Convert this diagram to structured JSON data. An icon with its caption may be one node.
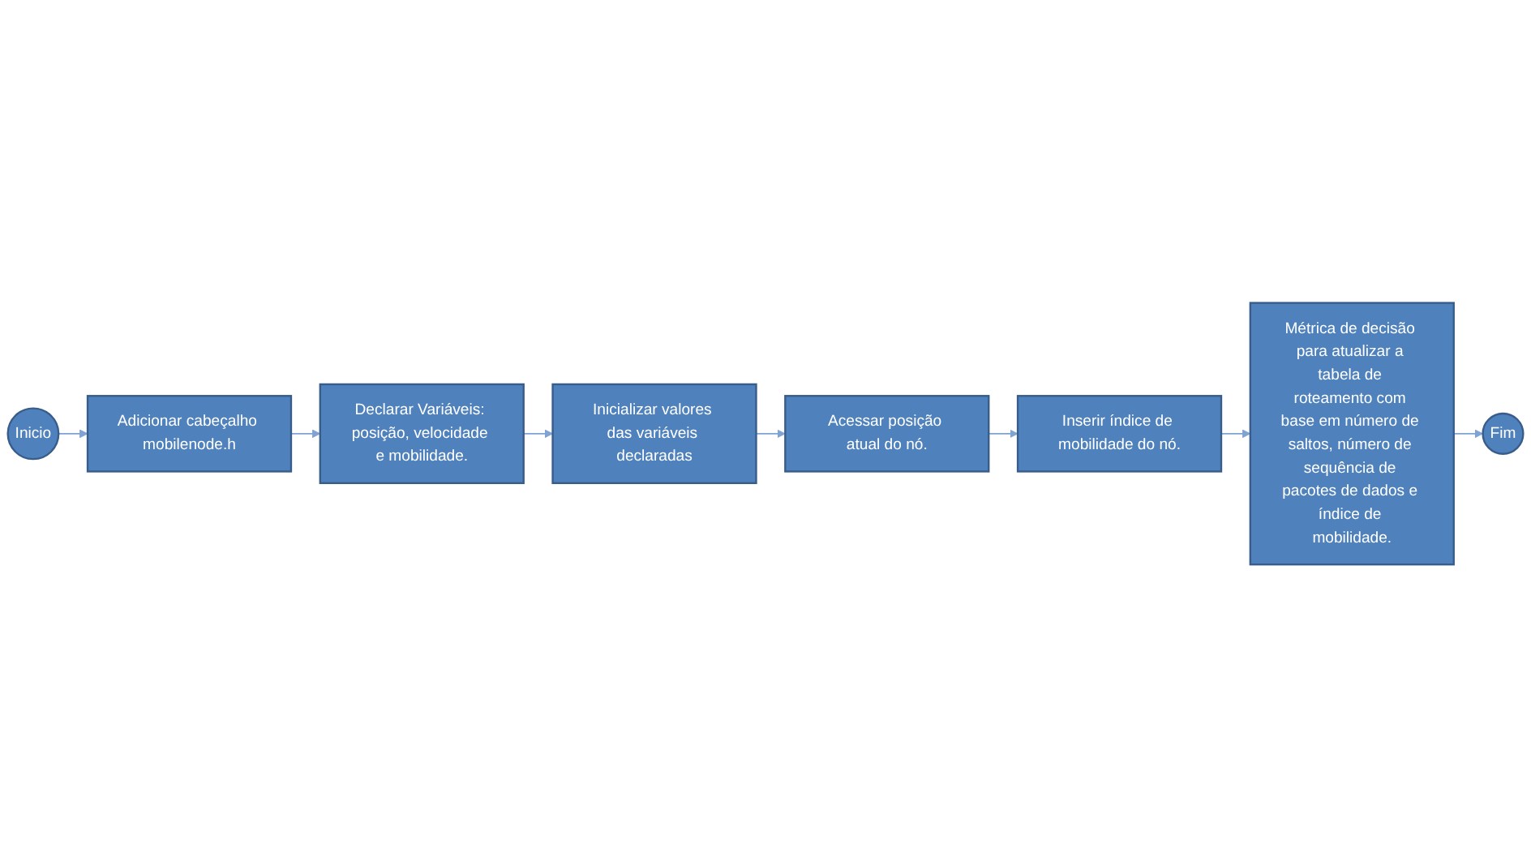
{
  "diagram": {
    "nodes": [
      {
        "text": [
          "Inicio"
        ]
      },
      {
        "text": [
          "Adicionar cabeçalho mobilenode.h"
        ]
      },
      {
        "text": [
          "Declarar Variáveis: posição, velocidade e mobilidade."
        ]
      },
      {
        "text": [
          "Inicializar valores das variáveis declaradas"
        ]
      },
      {
        "text": [
          "Acessar posição atual do nó."
        ]
      },
      {
        "text": [
          "Inserir índice de mobilidade do nó."
        ]
      },
      {
        "text": [
          "Métrica de decisão para atualizar a tabela de roteamento com base em número de saltos, número de sequência de pacotes de dados e índice de mobilidade."
        ]
      },
      {
        "text": [
          "Fim"
        ]
      }
    ],
    "edges": [
      {
        "from": 0,
        "to": 1,
        "arrow": "to"
      },
      {
        "from": 1,
        "to": 2,
        "arrow": "to"
      },
      {
        "from": 2,
        "to": 3,
        "arrow": "to"
      },
      {
        "from": 3,
        "to": 4,
        "arrow": "to"
      },
      {
        "from": 4,
        "to": 5,
        "arrow": "to"
      },
      {
        "from": 5,
        "to": 6,
        "arrow": "to"
      },
      {
        "from": 6,
        "to": 7,
        "arrow": "to"
      }
    ]
  }
}
